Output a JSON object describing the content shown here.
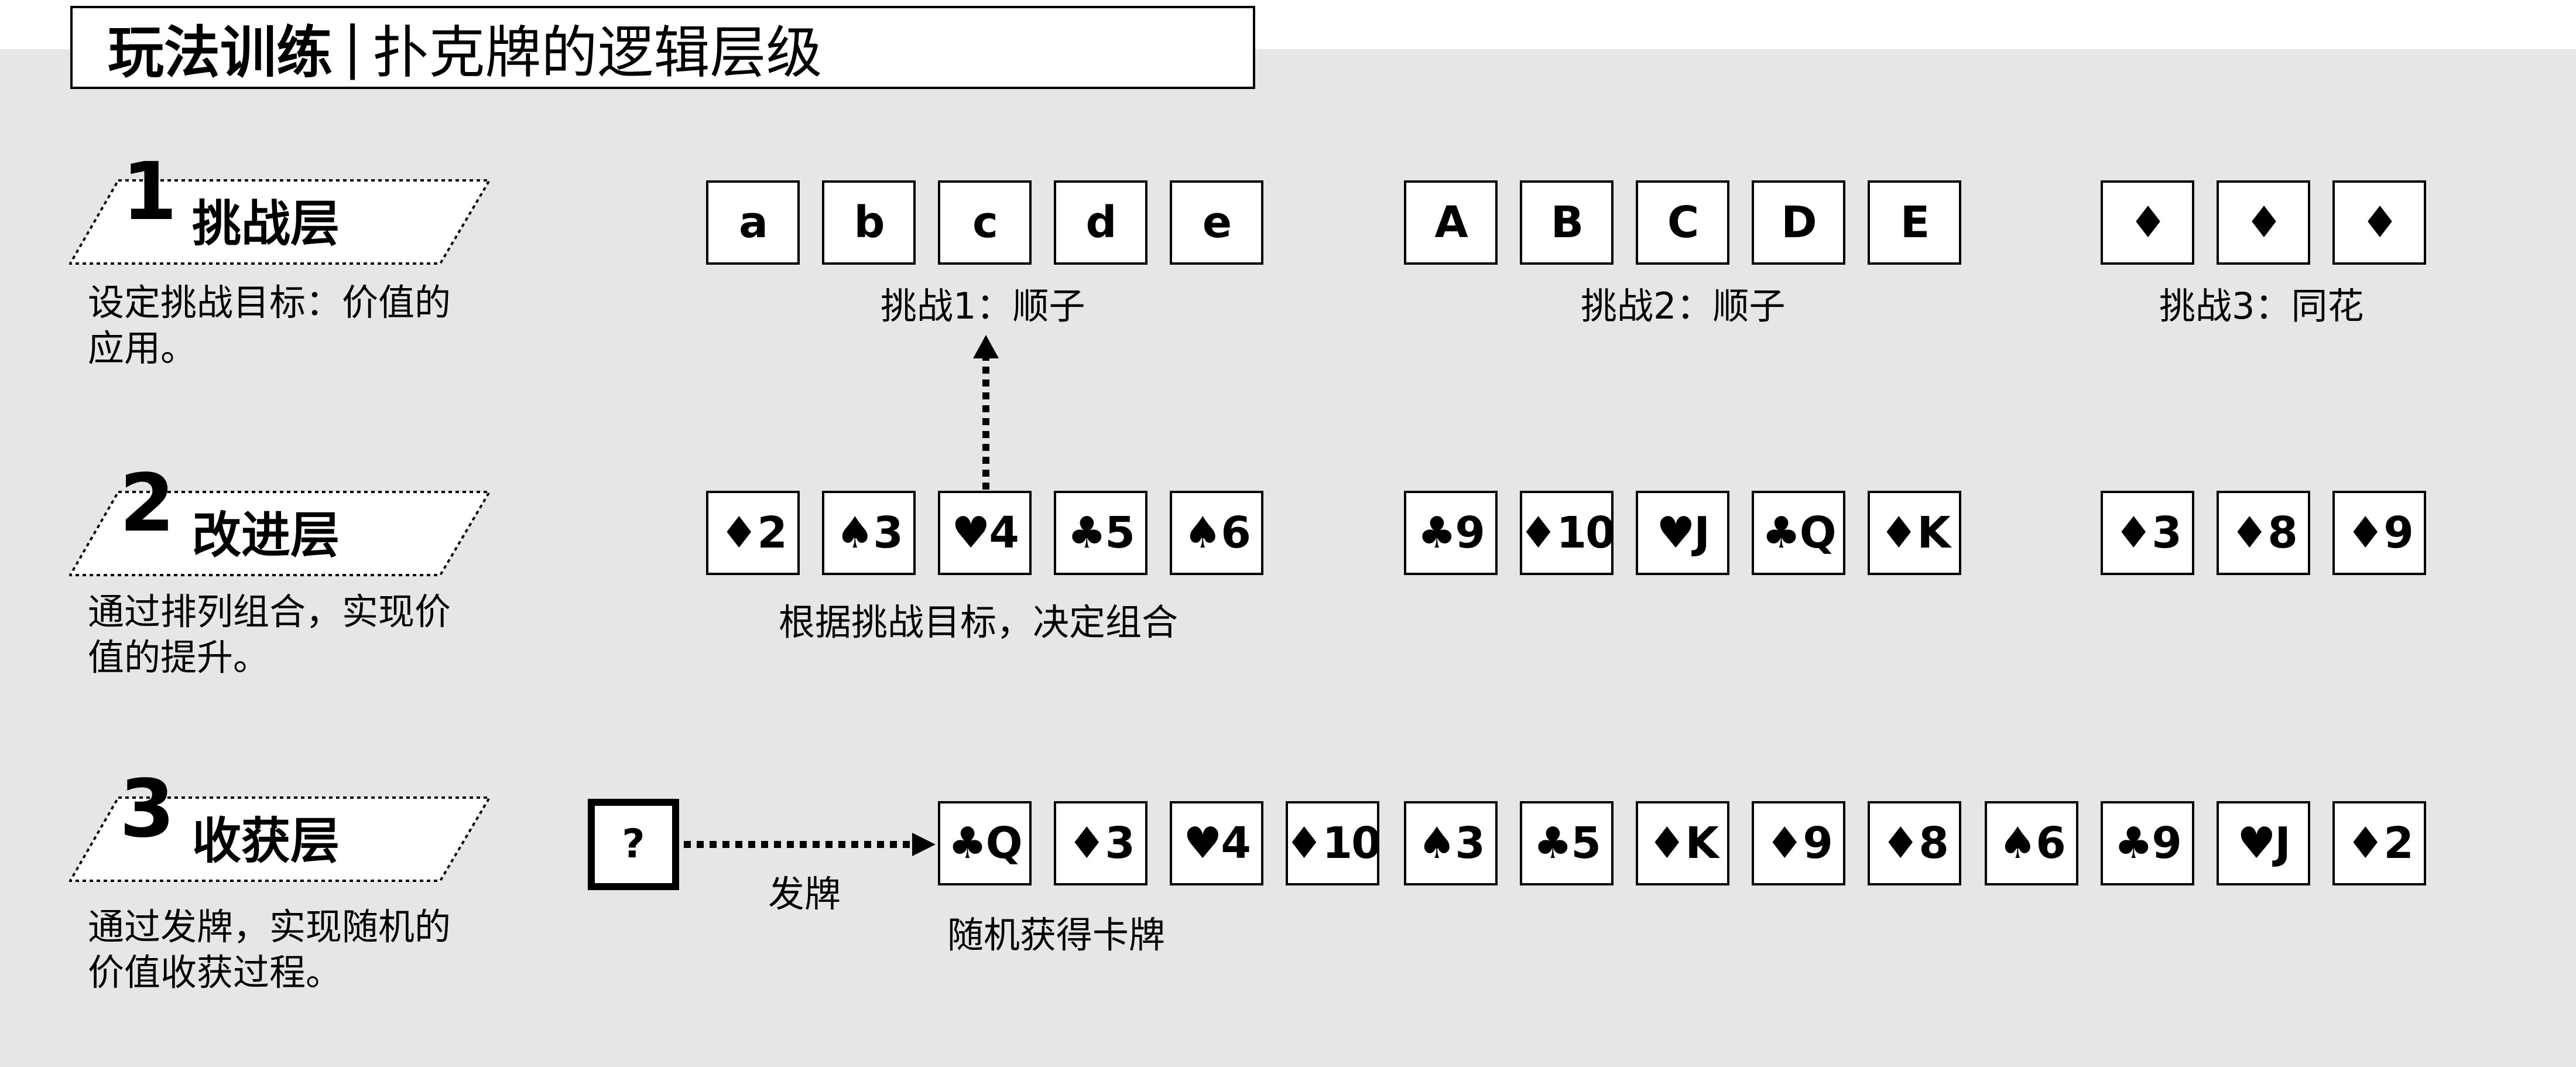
{
  "header": {
    "title_bold": "玩法训练",
    "separator": "|",
    "title_rest": "扑克牌的逻辑层级"
  },
  "levels": [
    {
      "number": "1",
      "name": "挑战层",
      "desc_line1": "设定挑战目标：价值的",
      "desc_line2": "应用。",
      "groups": [
        {
          "cards": [
            "a",
            "b",
            "c",
            "d",
            "e"
          ],
          "caption": "挑战1：顺子"
        },
        {
          "cards": [
            "A",
            "B",
            "C",
            "D",
            "E"
          ],
          "caption": "挑战2：顺子"
        },
        {
          "cards": [
            "♦",
            "♦",
            "♦"
          ],
          "caption": "挑战3：同花"
        }
      ]
    },
    {
      "number": "2",
      "name": "改进层",
      "desc_line1": "通过排列组合，实现价",
      "desc_line2": "值的提升。",
      "caption": "根据挑战目标，决定组合",
      "groups": [
        {
          "cards": [
            "♦2",
            "♠3",
            "♥4",
            "♣5",
            "♠6"
          ]
        },
        {
          "cards": [
            "♣9",
            "♦10",
            "♥J",
            "♣Q",
            "♦K"
          ]
        },
        {
          "cards": [
            "♦3",
            "♦8",
            "♦9"
          ]
        }
      ]
    },
    {
      "number": "3",
      "name": "收获层",
      "desc_line1": "通过发牌，实现随机的",
      "desc_line2": "价值收获过程。",
      "deck_label": "?",
      "deal_label": "发牌",
      "caption": "随机获得卡牌",
      "cards": [
        "♣Q",
        "♦3",
        "♥4",
        "♦10",
        "♠3",
        "♣5",
        "♦K",
        "♦9",
        "♦8",
        "♠6",
        "♣9",
        "♥J",
        "♦2"
      ]
    }
  ]
}
